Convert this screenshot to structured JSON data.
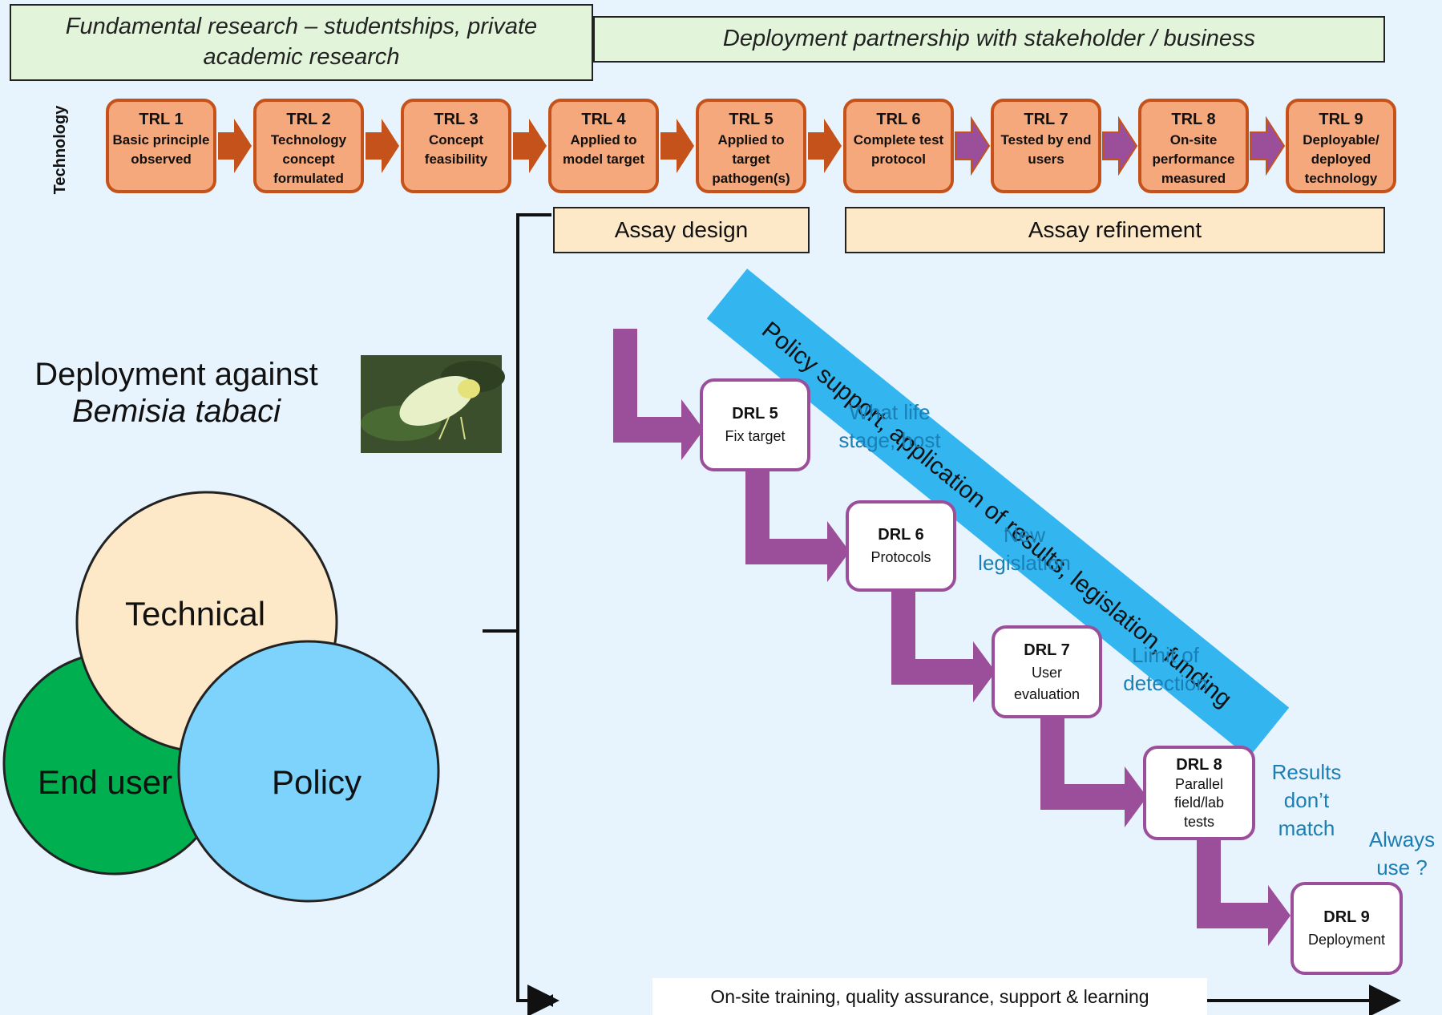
{
  "banners": {
    "fundamental": "Fundamental research – studentships, private academic research",
    "deployment": "Deployment partnership with stakeholder / business"
  },
  "technology_label": "Technology",
  "trl": [
    {
      "title": "TRL 1",
      "text": "Basic principle observed"
    },
    {
      "title": "TRL 2",
      "text": "Technology concept formulated"
    },
    {
      "title": "TRL 3",
      "text": "Concept feasibility"
    },
    {
      "title": "TRL 4",
      "text": "Applied to model target"
    },
    {
      "title": "TRL 5",
      "text": "Applied to target pathogen(s)"
    },
    {
      "title": "TRL 6",
      "text": "Complete test protocol"
    },
    {
      "title": "TRL 7",
      "text": "Tested by end users"
    },
    {
      "title": "TRL 8",
      "text": "On-site performance measured"
    },
    {
      "title": "TRL 9",
      "text": "Deployable/ deployed technology"
    }
  ],
  "assay": {
    "design": "Assay design",
    "refinement": "Assay refinement"
  },
  "deployment_title": {
    "line1": "Deployment against",
    "line2": "Bemisia tabaci"
  },
  "venn": {
    "technical": "Technical",
    "end_user": "End user",
    "policy": "Policy"
  },
  "policy_band": "Policy  support, application of results, legislation, funding",
  "drl": [
    {
      "title": "DRL 5",
      "text": "Fix target"
    },
    {
      "title": "DRL 6",
      "text": "Protocols"
    },
    {
      "title": "DRL 7",
      "text": "User evaluation"
    },
    {
      "title": "DRL 8",
      "text": "Parallel field/lab tests"
    },
    {
      "title": "DRL 9",
      "text": "Deployment"
    }
  ],
  "notes": [
    "What life stage, host",
    "New legislation",
    "Limit of detection",
    "Results don’t match",
    "Always use ?"
  ],
  "bottom_bar": "On-site training, quality assurance, support & learning",
  "colors": {
    "trl_fill": "#f4a87c",
    "trl_border": "#c4521a",
    "drl_border": "#9b4f9b",
    "policy_band": "#33b5ef",
    "note_text": "#1a7fb5",
    "circle_technical": "#fde8c8",
    "circle_end_user": "#00b050",
    "circle_policy": "#7dd3fc"
  }
}
